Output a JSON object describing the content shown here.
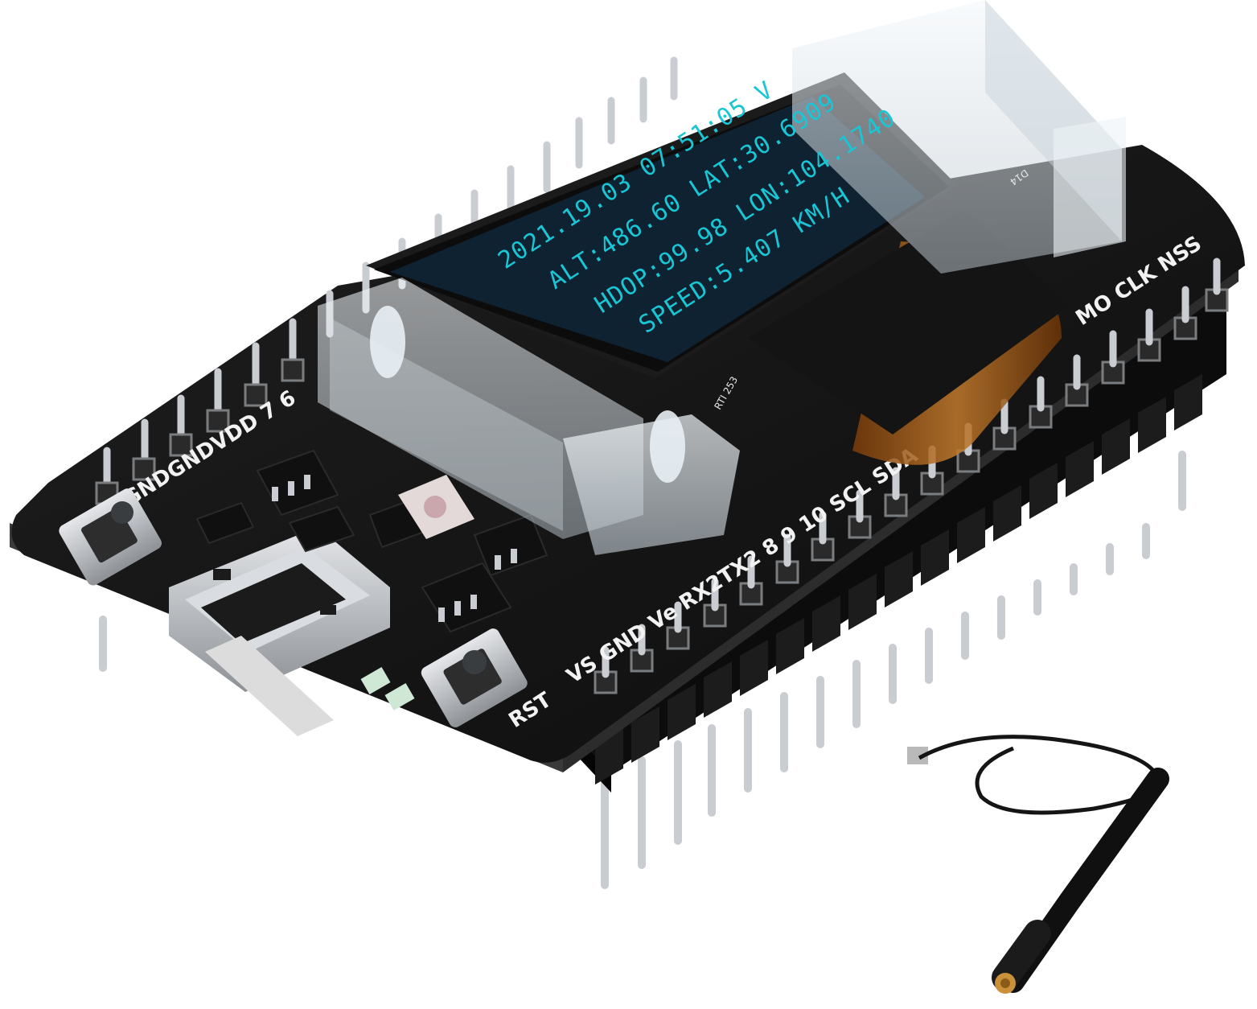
{
  "oled": {
    "lines": [
      "2021.19.03 07:51:05  V",
      "ALT:486.60  LAT:30.6909",
      "HDOP:99.98  LON:104.1740",
      "SPEED:5.407 KM/H"
    ],
    "text_color": "#19c6d6",
    "background": "#0e2231"
  },
  "silkscreen": {
    "left_header": "GNDGNDVDD  7   6",
    "bottom_header": "VS GND Ve RX2TX2 8    9   10 SCL SDA",
    "right_header": "MO CLK NSS",
    "rst_label": "RST",
    "flex_marks": [
      "D14",
      "RTI 253"
    ]
  },
  "colors": {
    "pcb": "#141414",
    "pcb_edge": "#2c2c2c",
    "pin": "#c9ccd0",
    "header_plastic": "#0c0c0c",
    "bracket": "#e3ecf1",
    "flex_cable": "#b0681c",
    "usb_metal": "#b6b9bd",
    "led": "#e4d9d9"
  },
  "icons": [
    "usb-micro-port",
    "rst-button",
    "user-button",
    "rgb-led",
    "antenna-icon"
  ]
}
